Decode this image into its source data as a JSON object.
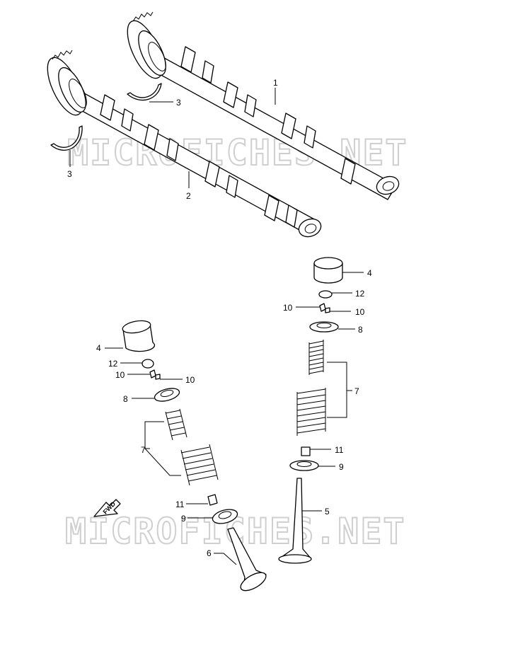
{
  "watermark": "MICROFICHES.NET",
  "fwd_label": "FWD",
  "callouts": {
    "c1": "1",
    "c2": "2",
    "c3a": "3",
    "c3b": "3",
    "c4r": "4",
    "c12r": "12",
    "c10rl": "10",
    "c10rr": "10",
    "c8r": "8",
    "c7r": "7",
    "c11r": "11",
    "c9r": "9",
    "c5": "5",
    "c4l": "4",
    "c12l": "12",
    "c10ll": "10",
    "c10lr": "10",
    "c8l": "8",
    "c7l": "7",
    "c11l": "11",
    "c9l": "9",
    "c6": "6"
  }
}
